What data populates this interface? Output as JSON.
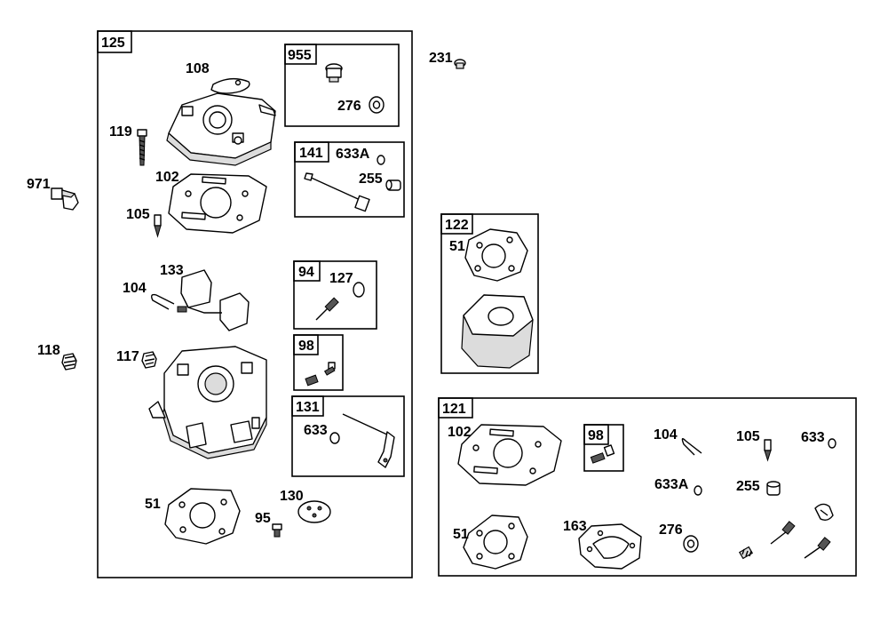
{
  "groups": {
    "g125": "125",
    "g955": "955",
    "g141": "141",
    "g94": "94",
    "g98": "98",
    "g131": "131",
    "g122": "122",
    "g121": "121",
    "g98b": "98"
  },
  "callouts": {
    "p108": "108",
    "p119": "119",
    "p102": "102",
    "p105": "105",
    "p133": "133",
    "p104": "104",
    "p117": "117",
    "p51": "51",
    "p95": "95",
    "p130": "130",
    "p971": "971",
    "p118": "118",
    "p231": "231",
    "p276": "276",
    "p633A": "633A",
    "p255": "255",
    "p127": "127",
    "p633": "633",
    "p51b": "51",
    "p102b": "102",
    "p104b": "104",
    "p105b": "105",
    "p633b": "633",
    "p633Ab": "633A",
    "p255b": "255",
    "p51c": "51",
    "p163": "163",
    "p276b": "276"
  }
}
